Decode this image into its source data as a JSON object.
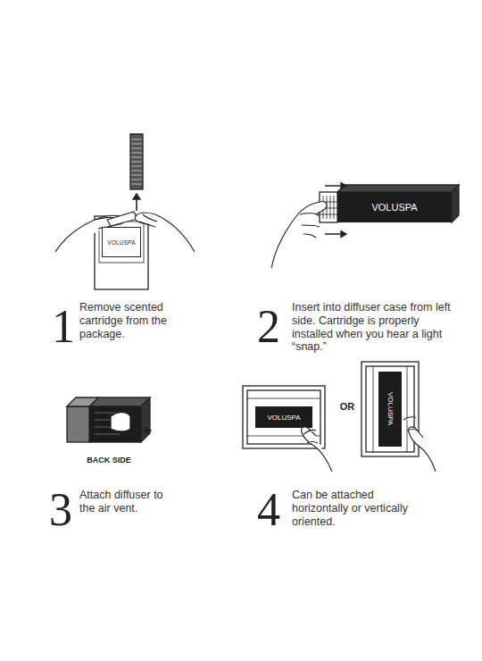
{
  "diagram": {
    "nodes": [
      {
        "text": [
          "VOLUSPA"
        ]
      },
      {
        "text": [
          "VOLUSPA"
        ]
      },
      {
        "text": [
          "VOLUSPA"
        ]
      },
      {
        "text": [
          "VOLUSPA"
        ]
      }
    ],
    "labels": [
      "1",
      "Remove scented cartridge from the package.",
      "2",
      "Insert into diffuser case from left side. Cartridge is properly installed when you hear a light “snap.”",
      "BACK SIDE",
      "3",
      "Attach diffuser to the air vent.",
      "OR",
      "4",
      "Can be attached horizontally or vertically oriented."
    ]
  }
}
